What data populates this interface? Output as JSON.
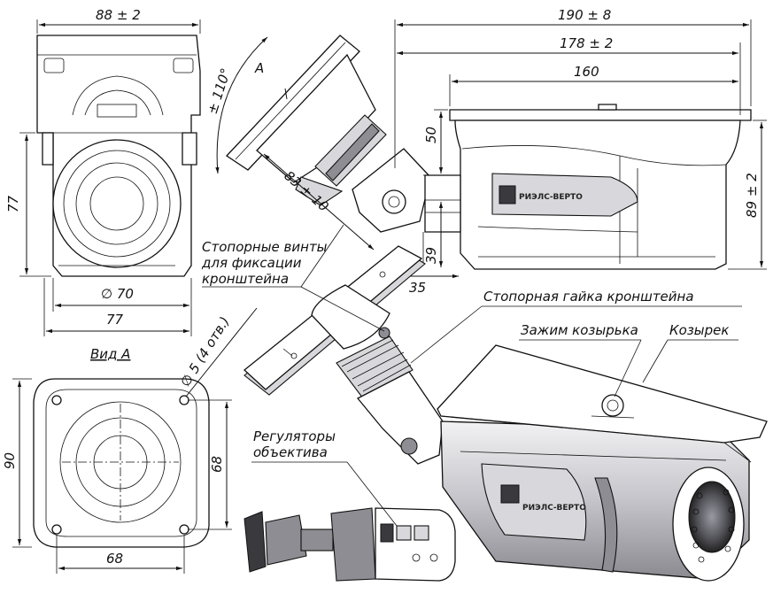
{
  "dimensions": {
    "front_width": "88 ± 2",
    "front_height": "77",
    "lens_diameter": "∅ 70",
    "front_base_width": "77",
    "tilt_angle": "± 110°",
    "view_marker": "A",
    "bracket_length": "83 ± 10",
    "total_length": "190 ± 8",
    "housing_length": "178 ± 2",
    "visor_length": "160",
    "visor_height": "50",
    "total_height": "89 ± 2",
    "mount_offset": "39",
    "mount_depth": "35",
    "base_height": "90",
    "base_hole_spacing_v": "68",
    "base_hole_spacing_h": "68",
    "holes": "∅ 5 (4 отв.)"
  },
  "labels": {
    "view_a": "Вид А",
    "lock_screws_l1": "Стопорные винты",
    "lock_screws_l2": "для фиксации",
    "lock_screws_l3": "кронштейна",
    "lock_nut": "Стопорная гайка кронштейна",
    "visor_clamp": "Зажим козырька",
    "visor": "Козырек",
    "lens_adjusters_l1": "Регуляторы",
    "lens_adjusters_l2": "объектива"
  },
  "brand": "РИЭЛС-ВЕРТО"
}
